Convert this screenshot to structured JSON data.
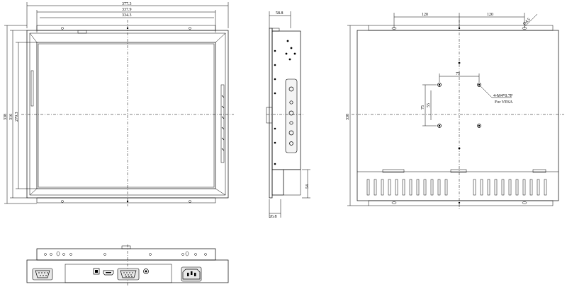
{
  "front_view": {
    "width_outer": "377.3",
    "width_bezel": "337.9",
    "width_active": "334.3",
    "height_outer": "338",
    "height_bezel": "316",
    "height_active": "270.3"
  },
  "side_view": {
    "depth": "58.8",
    "bracket_height": "54",
    "bracket_depth": "26.8"
  },
  "rear_view": {
    "hole_spacing_left": "120",
    "hole_spacing_right": "120",
    "hole_diameter": "Ø4.5",
    "height": "338",
    "vesa_horizontal": "75",
    "vesa_vertical_outer": "75",
    "vesa_vertical_inner": "55",
    "vesa_note_line1": "4-M4*0.7P",
    "vesa_note_line2": "For VESA"
  },
  "bottom_view": {
    "connectors": [
      "power-dc-jack",
      "hdmi-port",
      "vga-port",
      "audio-jack",
      "ac-inlet",
      "db9-port"
    ]
  }
}
